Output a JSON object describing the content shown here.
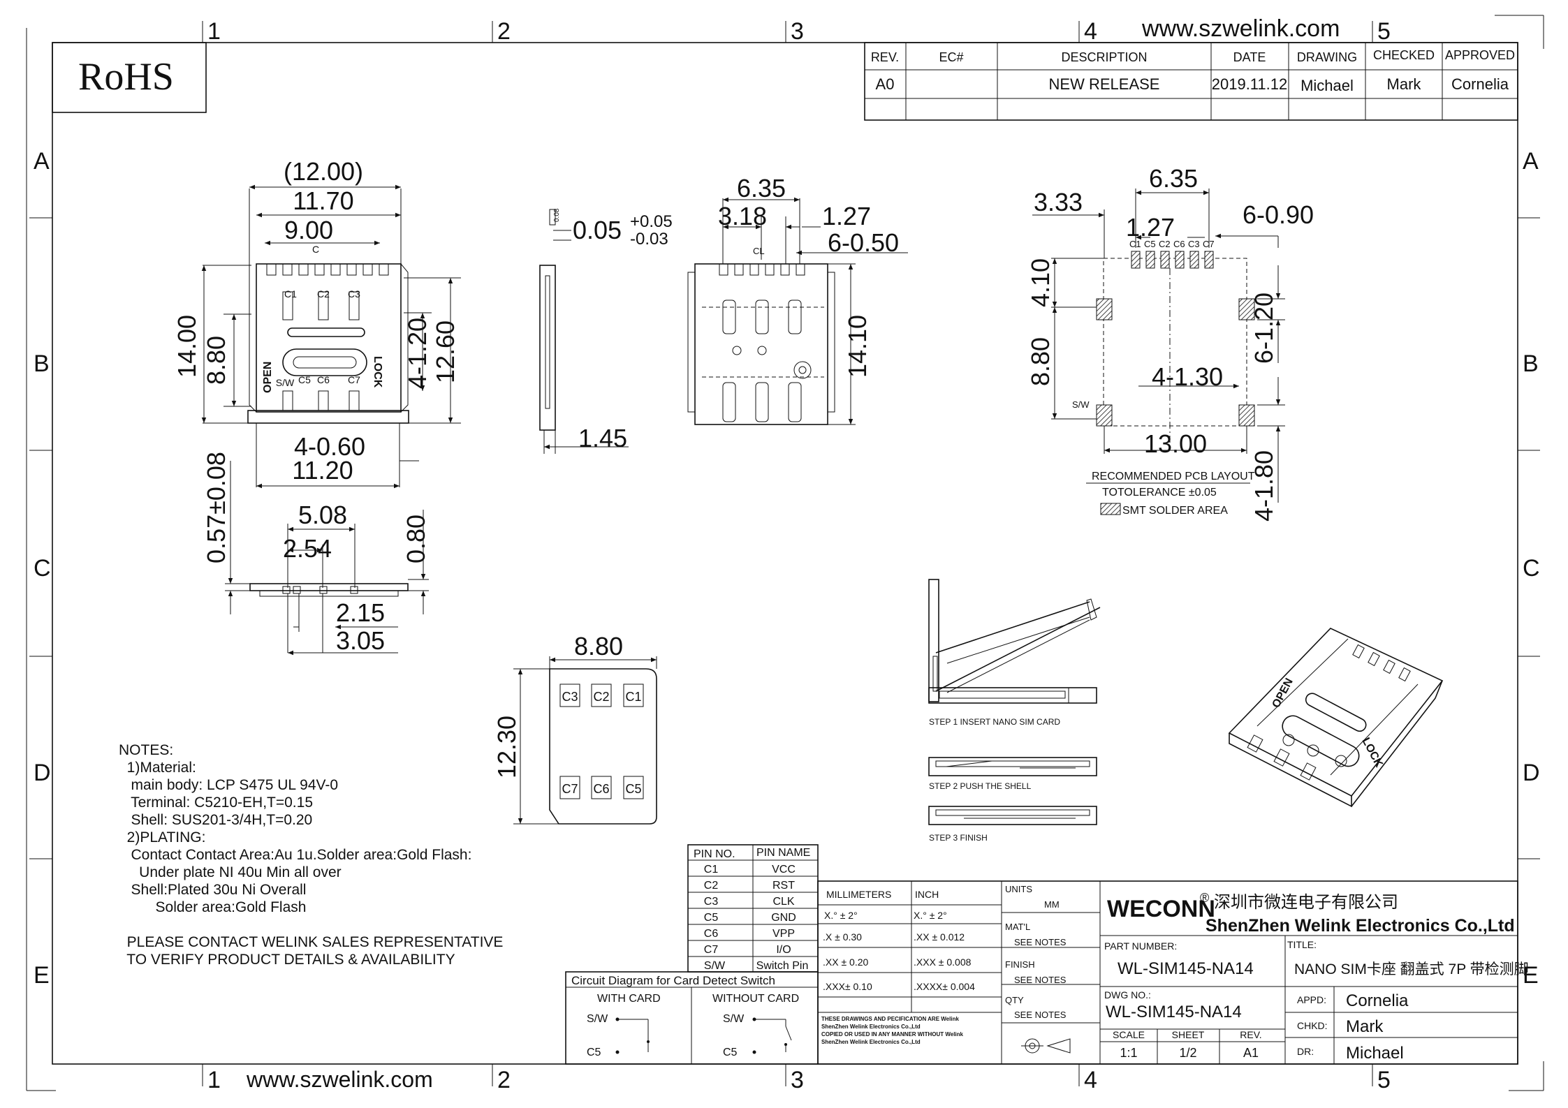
{
  "website": "www.szwelink.com",
  "rohs": "RoHS",
  "zones": {
    "columns": [
      "1",
      "2",
      "3",
      "4",
      "5"
    ],
    "rows": [
      "A",
      "B",
      "C",
      "D",
      "E"
    ]
  },
  "revision_table": {
    "headers": [
      "REV.",
      "EC#",
      "DESCRIPTION",
      "DATE",
      "DRAWING",
      "CHECKED",
      "APPROVED"
    ],
    "rows": [
      [
        "A0",
        "",
        "NEW RELEASE",
        "2019.11.12",
        "Michael",
        "Mark",
        "Cornelia"
      ]
    ]
  },
  "top_view": {
    "dims": [
      "(12.00)",
      "11.70",
      "9.00",
      "14.00",
      "8.80",
      "4-1.20",
      "12.60",
      "4-0.60",
      "11.20"
    ],
    "markings": [
      "C",
      "C1",
      "C2",
      "C3",
      "OPEN",
      "LOCK",
      "S/W",
      "C5",
      "C6",
      "C7"
    ]
  },
  "front_view": {
    "dims": [
      "0.57±0.08",
      "5.08",
      "2.54",
      "0.80",
      "2.15",
      "3.05"
    ]
  },
  "side_view": {
    "dims": [
      "0.05",
      "+0.05",
      "-0.03",
      "1.45"
    ],
    "small_label": "0.08"
  },
  "bottom_view": {
    "dims": [
      "6.35",
      "3.18",
      "1.27",
      "6-0.50",
      "14.10"
    ],
    "small_label": "CL"
  },
  "pcb_layout": {
    "dims": [
      "6.35",
      "3.33",
      "1.27",
      "6-0.90",
      "4.10",
      "6-1.20",
      "8.80",
      "4-1.30",
      "13.00",
      "4-1.80"
    ],
    "pin_labels": [
      "C1",
      "C5",
      "C2",
      "C6",
      "C3",
      "C7"
    ],
    "sw_label": "S/W",
    "title": "RECOMMENDED PCB LAYOUT",
    "tolerance": "TOTOLERANCE ±0.05",
    "legend": "SMT SOLDER AREA"
  },
  "card_outline": {
    "dims": [
      "8.80",
      "12.30"
    ],
    "contacts_top": [
      "C3",
      "C2",
      "C1"
    ],
    "contacts_bottom": [
      "C7",
      "C6",
      "C5"
    ]
  },
  "steps": [
    "STEP 1 INSERT NANO SIM CARD",
    "STEP 2 PUSH THE SHELL",
    "STEP 3 FINISH"
  ],
  "iso_markings": [
    "OPEN",
    "LOCK"
  ],
  "notes": [
    "NOTES:",
    "  1)Material:",
    "   main body: LCP S475 UL 94V-0",
    "   Terminal: C5210-EH,T=0.15",
    "   Shell: SUS201-3/4H,T=0.20",
    "  2)PLATING:",
    "   Contact Contact Area:Au 1u.Solder area:Gold Flash:",
    "     Under plate NI 40u Min all over",
    "   Shell:Plated 30u Ni Overall",
    "         Solder area:Gold Flash",
    "",
    "  PLEASE CONTACT WELINK SALES REPRESENTATIVE",
    "  TO VERIFY PRODUCT DETAILS & AVAILABILITY"
  ],
  "pin_table": {
    "headers": [
      "PIN NO.",
      "PIN NAME"
    ],
    "rows": [
      [
        "C1",
        "VCC"
      ],
      [
        "C2",
        "RST"
      ],
      [
        "C3",
        "CLK"
      ],
      [
        "C5",
        "GND"
      ],
      [
        "C6",
        "VPP"
      ],
      [
        "C7",
        "I/O"
      ],
      [
        "S/W",
        "Switch Pin"
      ]
    ]
  },
  "circuit": {
    "title": "Circuit Diagram for Card Detect Switch",
    "with_card": "WITH CARD",
    "without_card": "WITHOUT CARD",
    "sw": "S/W",
    "c5": "C5"
  },
  "tolerance_table": {
    "mm_header": "MILLIMETERS",
    "inch_header": "INCH",
    "mm": [
      "X.° ± 2°",
      ".X ± 0.30",
      ".XX ± 0.20",
      ".XXX± 0.10"
    ],
    "inch": [
      "X.° ± 2°",
      ".XX ± 0.012",
      ".XXX ± 0.008",
      ".XXXX± 0.004"
    ]
  },
  "disclaimer": [
    "THESE DRAWINGS AND PECIFICATION ARE Welink",
    "ShenZhen Welink Electronics Co.,Ltd",
    " COPIED OR USED IN ANY MANNER WITHOUT Welink",
    "ShenZhen Welink Electronics Co.,Ltd"
  ],
  "specs": [
    {
      "label": "UNITS",
      "value": "MM"
    },
    {
      "label": "MAT'L",
      "value": "SEE NOTES"
    },
    {
      "label": "FINISH",
      "value": "SEE NOTES"
    },
    {
      "label": "QTY",
      "value": "SEE NOTES"
    }
  ],
  "title_block": {
    "logo": "WECONN",
    "registered": "®",
    "company_cn": "深圳市微连电子有限公司",
    "company_en": "ShenZhen Welink Electronics Co.,Ltd",
    "part_number_label": "PART NUMBER:",
    "part_number": "WL-SIM145-NA14",
    "title_label": "TITLE:",
    "title": "NANO SIM卡座 翻盖式 7P 带检测脚",
    "dwg_label": "DWG NO.:",
    "dwg_no": "WL-SIM145-NA14",
    "scale_label": "SCALE",
    "scale": "1:1",
    "sheet_label": "SHEET",
    "sheet": "1/2",
    "rev_label": "REV.",
    "rev": "A1",
    "appd_label": "APPD:",
    "appd": "Cornelia",
    "chkd_label": "CHKD:",
    "chkd": "Mark",
    "dr_label": "DR:",
    "dr": "Michael"
  }
}
